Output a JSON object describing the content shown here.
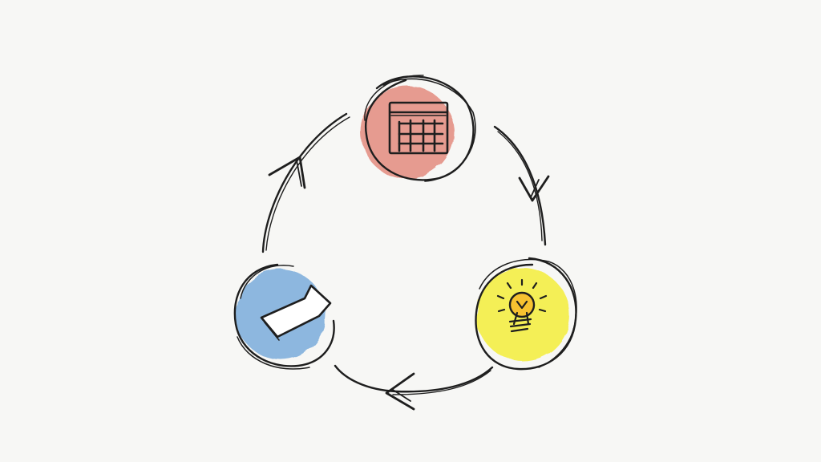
{
  "diagram": {
    "type": "cycle",
    "direction": "clockwise",
    "style": "hand-drawn sketch with watercolor fills",
    "nodes": [
      {
        "id": "top",
        "icon": "calendar-icon",
        "fill_color": "#e0786a"
      },
      {
        "id": "bottom-right",
        "icon": "lightbulb-icon",
        "fill_color": "#f4ee3a"
      },
      {
        "id": "bottom-left",
        "icon": "speech-bubble-icon",
        "fill_color": "#6fa6d9"
      }
    ],
    "edges": [
      {
        "from": "top",
        "to": "bottom-right"
      },
      {
        "from": "bottom-right",
        "to": "bottom-left"
      },
      {
        "from": "bottom-left",
        "to": "top"
      }
    ]
  }
}
